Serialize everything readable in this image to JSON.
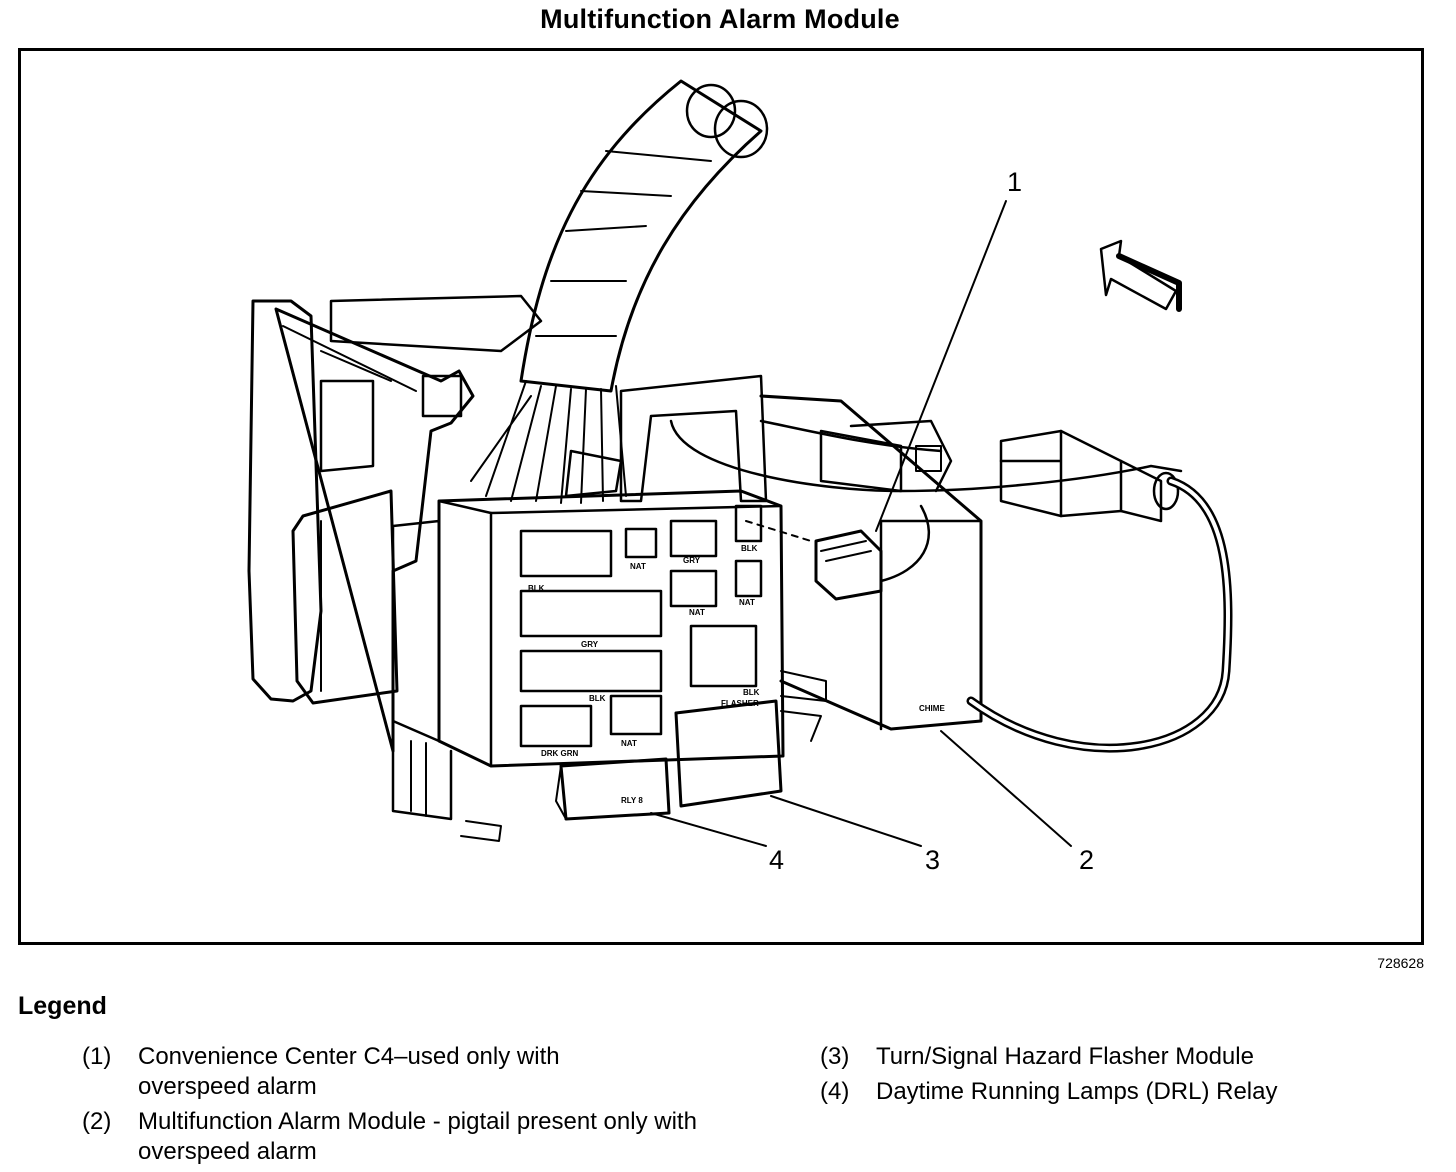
{
  "title": "Multifunction Alarm Module",
  "figure_id": "728628",
  "callouts": [
    "1",
    "2",
    "3",
    "4"
  ],
  "labels": {
    "blk1": "BLK",
    "nat1": "NAT",
    "gry1": "GRY",
    "blk2": "BLK",
    "nat2": "NAT",
    "nat3": "NAT",
    "gry2": "GRY",
    "blk3": "BLK",
    "blk4": "BLK",
    "flasher": "FLASHER",
    "dkgrn": "DRK GRN",
    "nat4": "NAT",
    "rly": "RLY 8",
    "chime": "CHIME"
  },
  "legend": {
    "title": "Legend",
    "items": [
      {
        "num": "(1)",
        "text": "Convenience Center C4–used only with overspeed alarm"
      },
      {
        "num": "(2)",
        "text": "Multifunction Alarm Module - pigtail present only with overspeed alarm"
      },
      {
        "num": "(3)",
        "text": "Turn/Signal Hazard Flasher Module"
      },
      {
        "num": "(4)",
        "text": "Daytime Running Lamps (DRL) Relay"
      }
    ]
  }
}
